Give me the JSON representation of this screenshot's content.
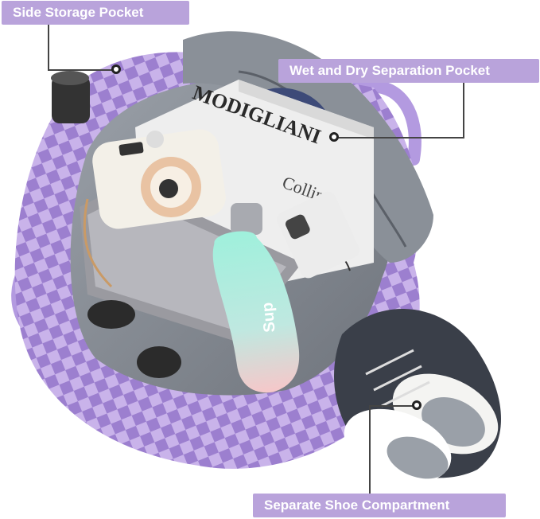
{
  "callouts": {
    "side_storage": "Side Storage Pocket",
    "wet_dry": "Wet and Dry Separation Pocket",
    "shoe": "Separate Shoe Compartment"
  },
  "book": {
    "title_1": "MODIGLIANI",
    "title_2": "Collins"
  },
  "bottle_brand": "Sup",
  "colors": {
    "label_bg": "#b9a3db",
    "bag_light": "#c9b3ea",
    "bag_dark": "#9c7fcf",
    "lining": "#8b8f96",
    "bottle_top": "#9ff0dc",
    "bottle_bottom": "#f6c7c9"
  }
}
